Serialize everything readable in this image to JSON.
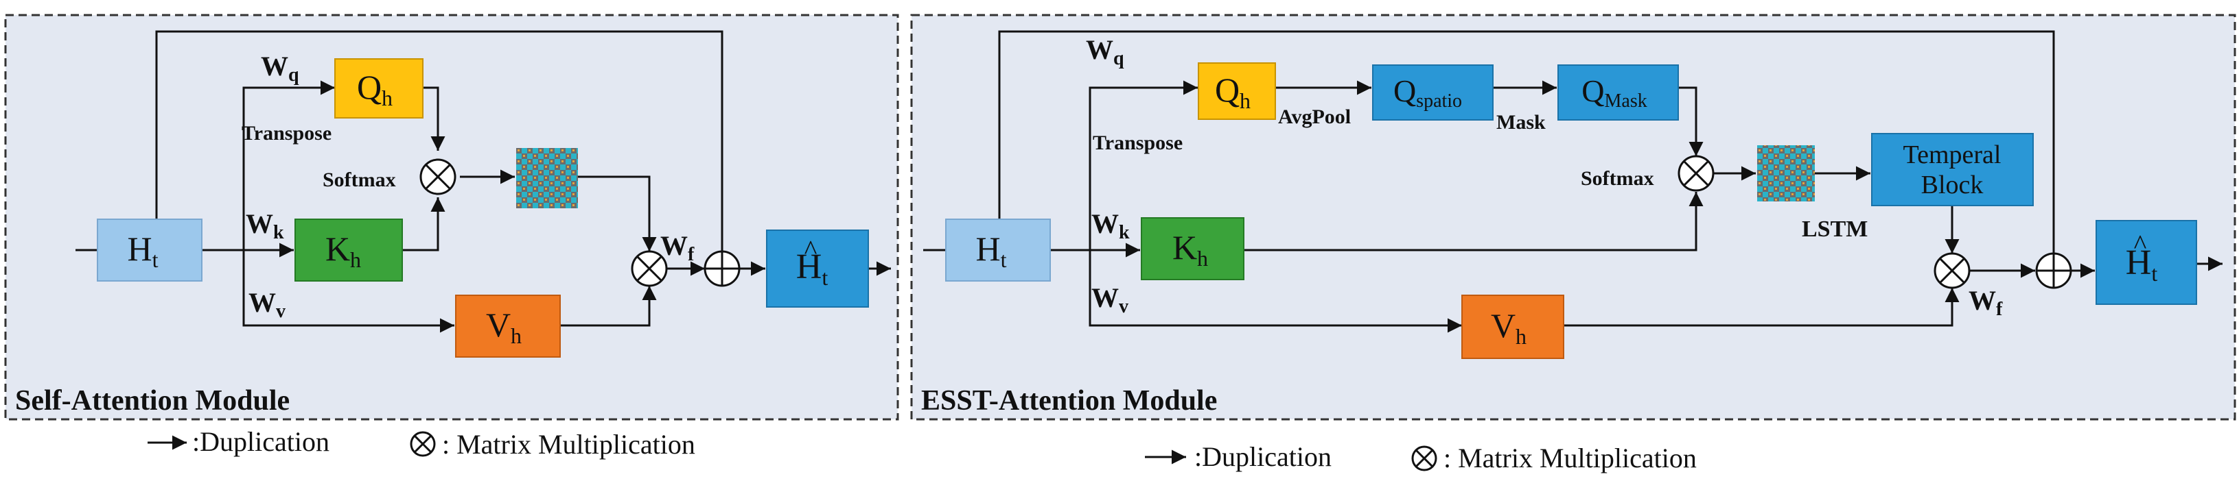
{
  "modules": {
    "self_attention": {
      "title": "Self-Attention Module",
      "nodes": {
        "ht": {
          "main": "H",
          "sub": "t"
        },
        "qh": {
          "main": "Q",
          "sub": "h"
        },
        "kh": {
          "main": "K",
          "sub": "h"
        },
        "vh": {
          "main": "V",
          "sub": "h"
        },
        "out": {
          "main": "H",
          "sub": "t",
          "hat": "^"
        }
      },
      "labels": {
        "wq": {
          "main": "W",
          "sub": "q"
        },
        "wk": {
          "main": "W",
          "sub": "k"
        },
        "wv": {
          "main": "W",
          "sub": "v"
        },
        "wf": {
          "main": "W",
          "sub": "f"
        },
        "transpose": "Transpose",
        "softmax": "Softmax"
      }
    },
    "esst_attention": {
      "title": "ESST-Attention Module",
      "nodes": {
        "ht": {
          "main": "H",
          "sub": "t"
        },
        "qh": {
          "main": "Q",
          "sub": "h"
        },
        "qspatio": {
          "main": "Q",
          "sub": "spatio"
        },
        "qmask": {
          "main": "Q",
          "sub": "Mask"
        },
        "kh": {
          "main": "K",
          "sub": "h"
        },
        "vh": {
          "main": "V",
          "sub": "h"
        },
        "temporal": {
          "line1": "Temperal",
          "line2": "Block"
        },
        "out": {
          "main": "H",
          "sub": "t",
          "hat": "^"
        }
      },
      "labels": {
        "wq": {
          "main": "W",
          "sub": "q"
        },
        "wk": {
          "main": "W",
          "sub": "k"
        },
        "wv": {
          "main": "W",
          "sub": "v"
        },
        "wf": {
          "main": "W",
          "sub": "f"
        },
        "transpose": "Transpose",
        "softmax": "Softmax",
        "avgpool": "AvgPool",
        "mask": "Mask",
        "lstm": "LSTM"
      }
    }
  },
  "legends": [
    {
      "duplication": ":Duplication",
      "matmul": ": Matrix Multiplication"
    },
    {
      "duplication": ":Duplication",
      "matmul": ": Matrix Multiplication"
    }
  ],
  "colors": {
    "panel_bg": "#e3e8f2",
    "ht_box": "#9cc8ec",
    "q_box": "#ffc20e",
    "k_box": "#3aa33a",
    "v_box": "#f07922",
    "blue_box": "#2a97d6",
    "pattern_a": "#2ab3c8",
    "pattern_b": "#6b6b6b"
  }
}
